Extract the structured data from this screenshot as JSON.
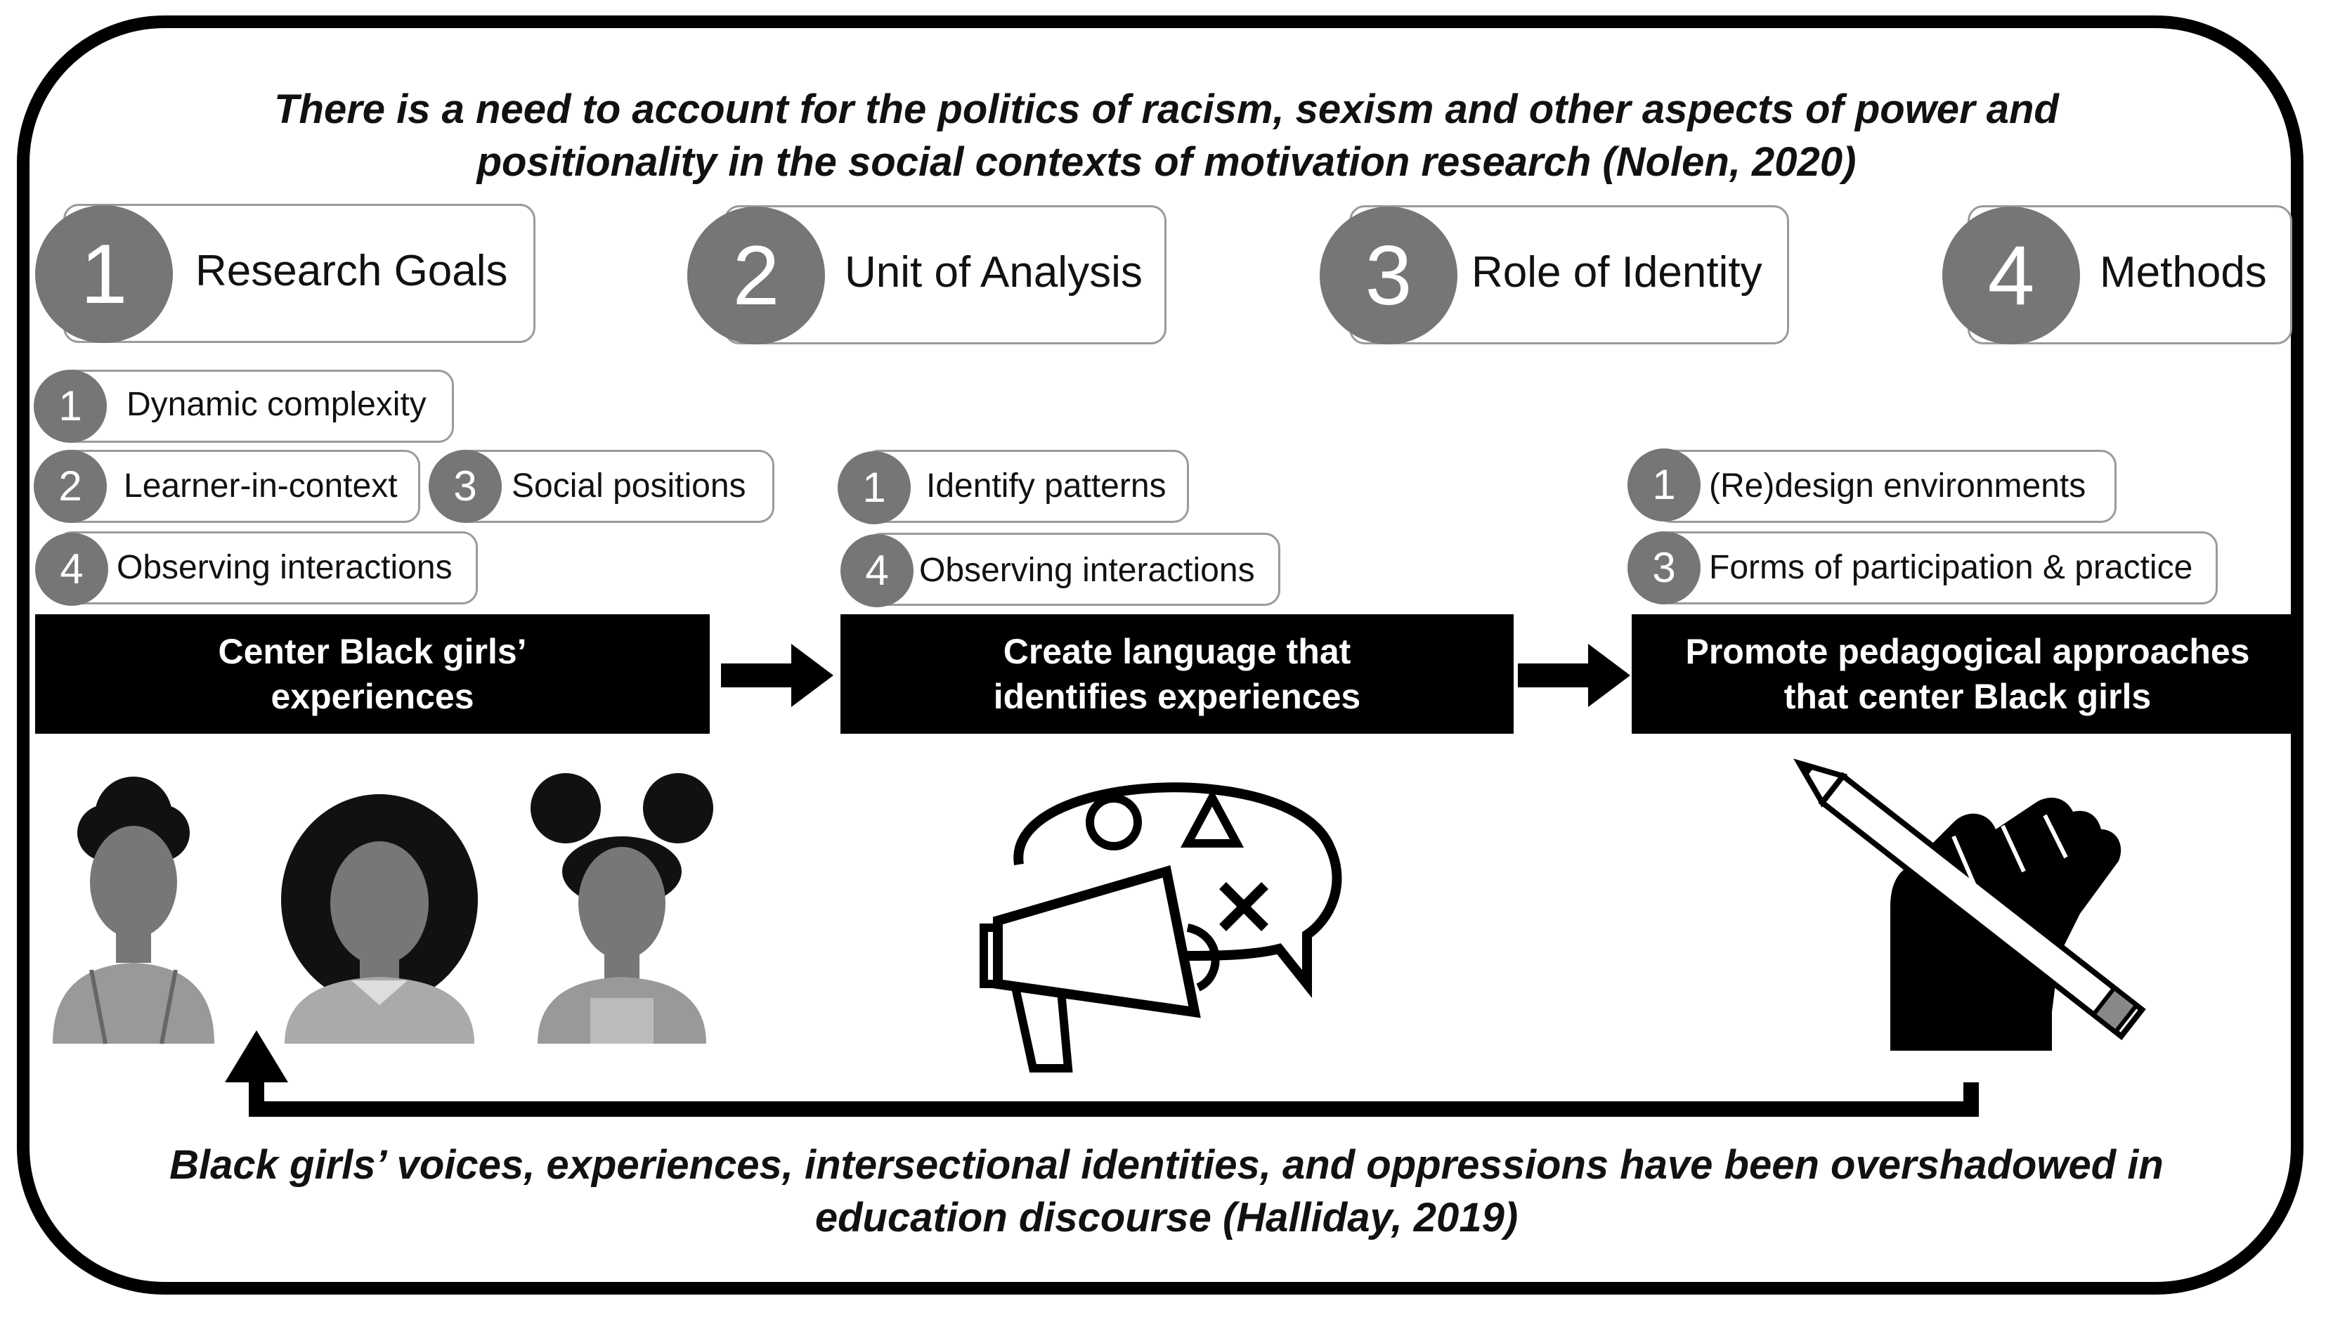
{
  "quotes": {
    "top_line1": "There is a need to account for the politics of racism, sexism and other aspects of power and",
    "top_line2": "positionality in the social contexts of motivation research (Nolen, 2020)",
    "bottom_line1": "Black girls’ voices, experiences, intersectional identities, and oppressions have been overshadowed in",
    "bottom_line2": "education discourse (Halliday, 2019)"
  },
  "categories": [
    {
      "num": "1",
      "label": "Research Goals"
    },
    {
      "num": "2",
      "label": "Unit of Analysis"
    },
    {
      "num": "3",
      "label": "Role of Identity"
    },
    {
      "num": "4",
      "label": "Methods"
    }
  ],
  "sub_tags": {
    "left": [
      {
        "num": "1",
        "label": "Dynamic complexity"
      },
      {
        "num": "2",
        "label": "Learner-in-context"
      },
      {
        "num": "3",
        "label": "Social positions"
      },
      {
        "num": "4",
        "label": "Observing interactions"
      }
    ],
    "middle": [
      {
        "num": "1",
        "label": "Identify patterns"
      },
      {
        "num": "4",
        "label": "Observing interactions"
      }
    ],
    "right": [
      {
        "num": "1",
        "label": "(Re)design environments"
      },
      {
        "num": "3",
        "label": "Forms of participation & practice"
      }
    ]
  },
  "steps": [
    {
      "line1": "Center Black girls’",
      "line2": "experiences"
    },
    {
      "line1": "Create language that",
      "line2": "identifies experiences"
    },
    {
      "line1": "Promote pedagogical approaches",
      "line2": "that center Black girls"
    }
  ],
  "icons": {
    "girls": "three-girls-avatars-icon",
    "speech": "megaphone-speech-bubble-icon",
    "fist": "fist-with-pencil-icon"
  },
  "colors": {
    "circle_fill": "#767676",
    "box_fill": "#000000",
    "pill_border": "#9a9a9a"
  }
}
